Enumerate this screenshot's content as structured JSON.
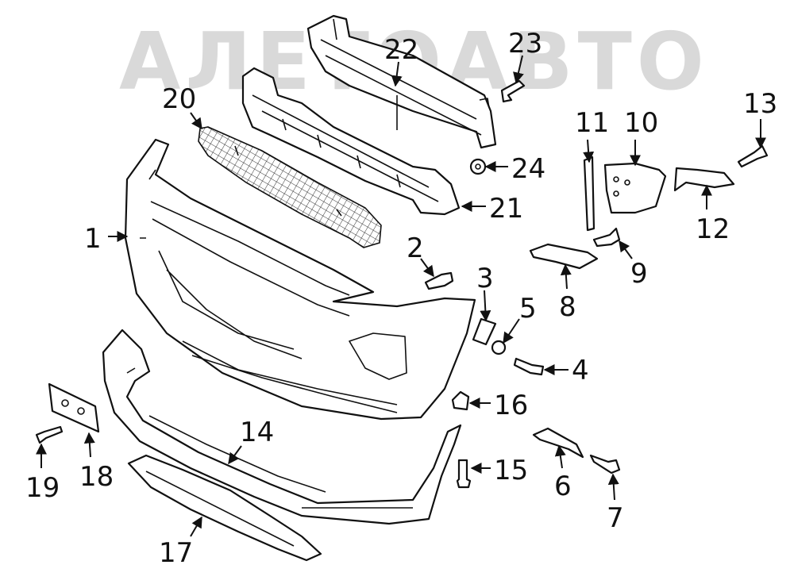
{
  "watermark": {
    "text": "АЛЕТОАВТО"
  },
  "callouts": [
    {
      "id": "1",
      "label": "1"
    },
    {
      "id": "2",
      "label": "2"
    },
    {
      "id": "3",
      "label": "3"
    },
    {
      "id": "4",
      "label": "4"
    },
    {
      "id": "5",
      "label": "5"
    },
    {
      "id": "6",
      "label": "6"
    },
    {
      "id": "7",
      "label": "7"
    },
    {
      "id": "8",
      "label": "8"
    },
    {
      "id": "9",
      "label": "9"
    },
    {
      "id": "10",
      "label": "10"
    },
    {
      "id": "11",
      "label": "11"
    },
    {
      "id": "12",
      "label": "12"
    },
    {
      "id": "13",
      "label": "13"
    },
    {
      "id": "14",
      "label": "14"
    },
    {
      "id": "15",
      "label": "15"
    },
    {
      "id": "16",
      "label": "16"
    },
    {
      "id": "17",
      "label": "17"
    },
    {
      "id": "18",
      "label": "18"
    },
    {
      "id": "19",
      "label": "19"
    },
    {
      "id": "20",
      "label": "20"
    },
    {
      "id": "21",
      "label": "21"
    },
    {
      "id": "22",
      "label": "22"
    },
    {
      "id": "23",
      "label": "23"
    },
    {
      "id": "24",
      "label": "24"
    }
  ]
}
